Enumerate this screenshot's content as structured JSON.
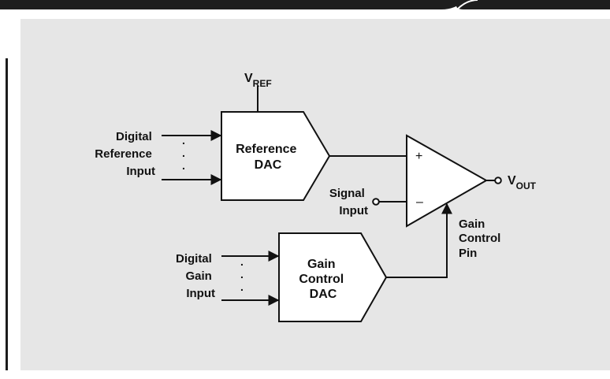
{
  "vref": {
    "main": "V",
    "sub": "REF"
  },
  "vout": {
    "main": "V",
    "sub": "OUT"
  },
  "reference_dac": {
    "lines": [
      "Reference",
      "DAC"
    ]
  },
  "gain_control_dac": {
    "lines": [
      "Gain",
      "Control",
      "DAC"
    ]
  },
  "digital_reference_input": {
    "lines": [
      "Digital",
      "Reference",
      "Input"
    ]
  },
  "digital_gain_input": {
    "lines": [
      "Digital",
      "Gain",
      "Input"
    ]
  },
  "signal_input": {
    "lines": [
      "Signal",
      "Input"
    ]
  },
  "gain_control_pin": {
    "lines": [
      "Gain",
      "Control",
      "Pin"
    ]
  },
  "opamp": {
    "plus": "+",
    "minus": "–"
  },
  "ellipsis_dot": "."
}
